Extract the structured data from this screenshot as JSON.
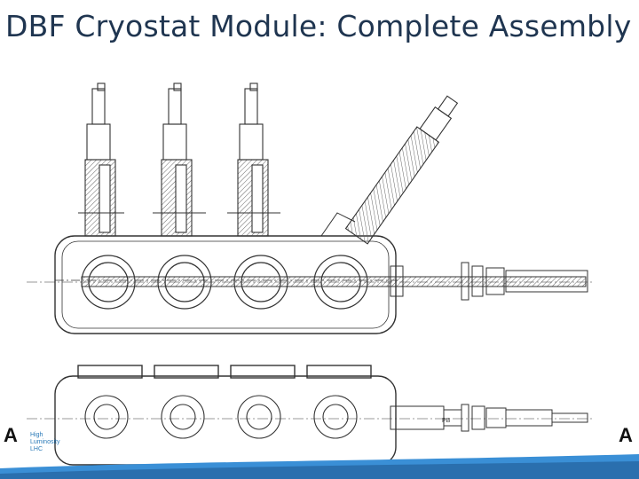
{
  "slide": {
    "title": "DBF Cryostat Module: Complete Assembly",
    "section_marker_left": "A",
    "section_marker_right": "A"
  },
  "logo": {
    "line1": "High",
    "line2": "Luminosity",
    "line3": "LHC"
  },
  "drawing": {
    "top_view_label": "",
    "bottom_view_label": "",
    "small_label_bottom": "PB"
  },
  "colors": {
    "title": "#1f3550",
    "line": "#333333",
    "hatch": "#555555",
    "footer_blue": "#3a8fd6",
    "logo_blue": "#2a7ab8"
  }
}
